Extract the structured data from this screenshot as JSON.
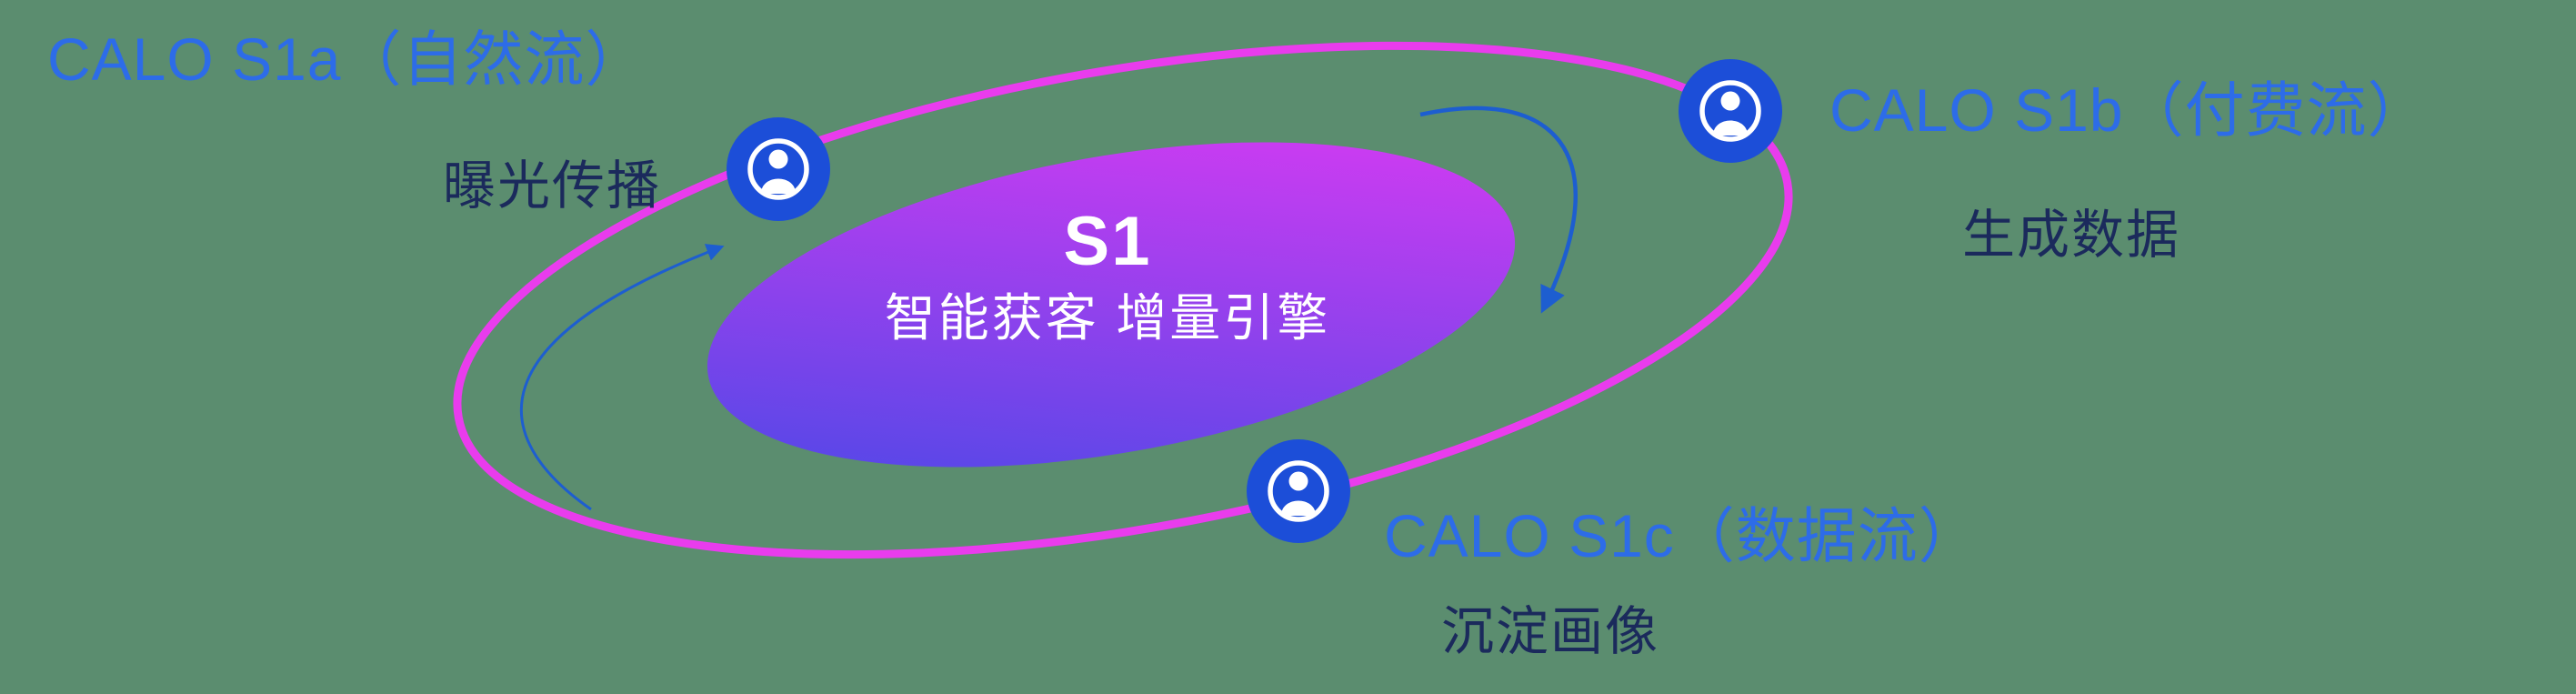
{
  "diagram_title": "S1 growth flywheel diagram",
  "colors": {
    "background": "#5b8d6f",
    "title_blue": "#2d6ce8",
    "subtitle_navy": "#1b2a5c",
    "orbit_pink": "#e93ced",
    "icon_blue": "#1c4ed8",
    "arrow_blue": "#1d5ed0",
    "gradient_start": "#4649e6",
    "gradient_end": "#d23bf2"
  },
  "center": {
    "title": "S1",
    "subtitle": "智能获客  增量引擎"
  },
  "nodes": {
    "s1a": {
      "title": "CALO S1a（自然流）",
      "subtitle": "曝光传播"
    },
    "s1b": {
      "title": "CALO S1b（付费流）",
      "subtitle": "生成数据"
    },
    "s1c": {
      "title": "CALO S1c（数据流）",
      "subtitle": "沉淀画像"
    }
  },
  "icons": {
    "user": "user-in-circle-icon"
  }
}
